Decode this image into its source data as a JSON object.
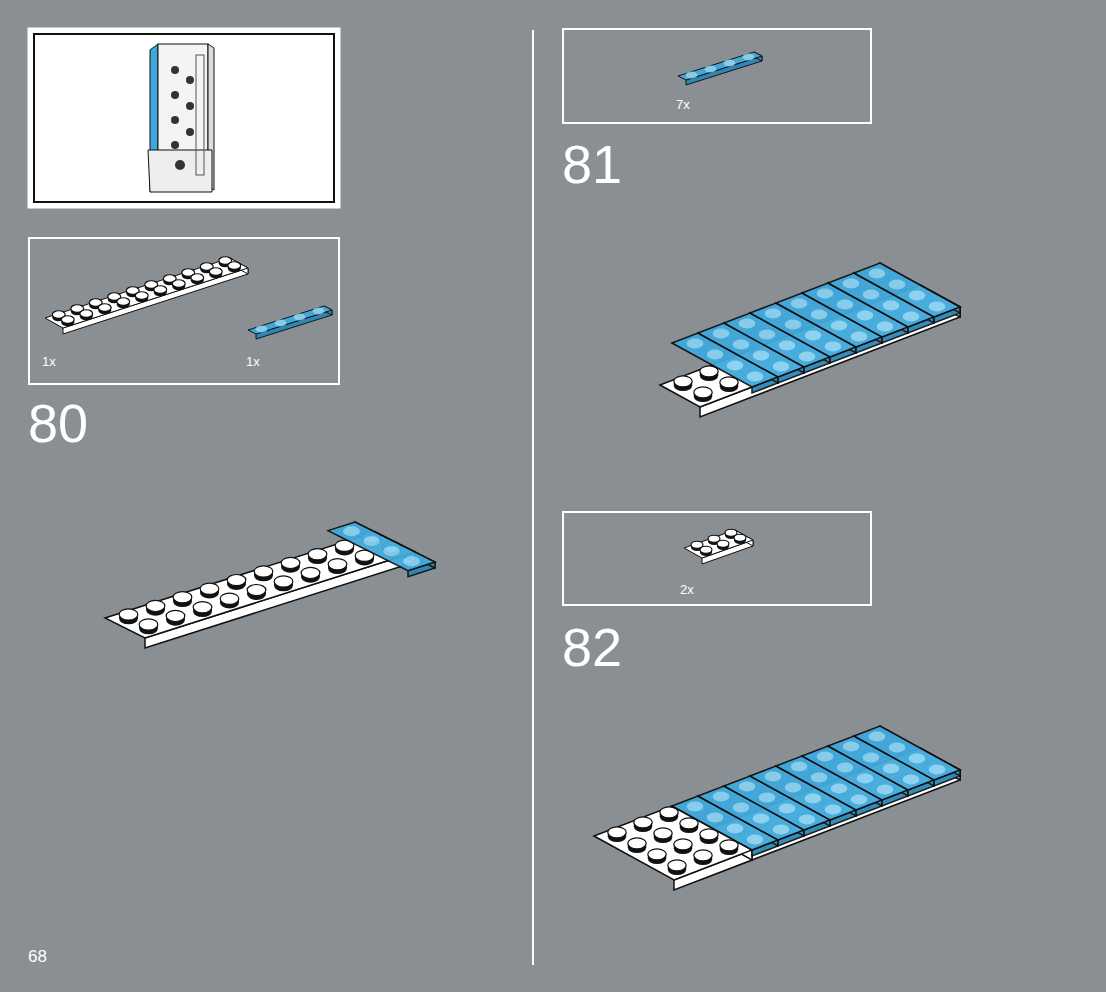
{
  "diagram": {
    "nodes": [
      {
        "text": [
          "1x",
          "1x"
        ]
      },
      {
        "text": [
          "7x"
        ]
      },
      {
        "text": [
          "2x"
        ]
      }
    ],
    "labels": [
      "80",
      "81",
      "82",
      "68"
    ]
  }
}
